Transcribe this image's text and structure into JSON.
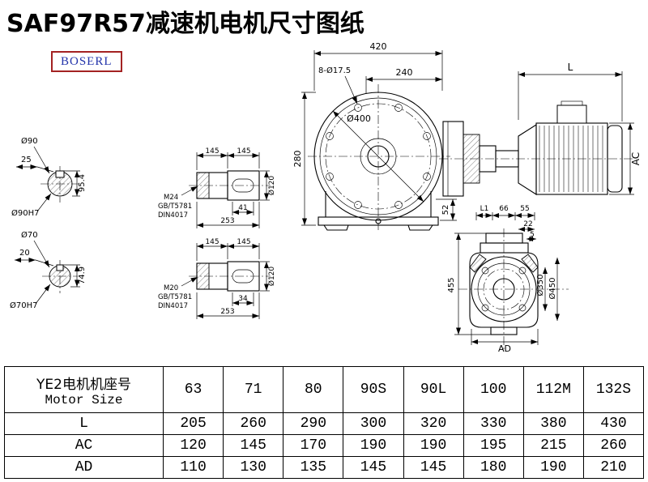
{
  "page": {
    "title": "SAF97R57减速机电机尺寸图纸",
    "logo": "BOSERL"
  },
  "front_view": {
    "dim_420": "420",
    "dim_bolt": "8-Ø17.5",
    "dim_240": "240",
    "dim_d400": "Ø400",
    "dim_280": "280",
    "dim_52": "52"
  },
  "side_view": {
    "dim_L": "L",
    "dim_AC": "AC"
  },
  "flange_view": {
    "dim_L1": "L1",
    "dim_66": "66",
    "dim_55": "55",
    "dim_22": "22",
    "dim_5": "5",
    "dim_455": "455",
    "dim_d350": "Ø350",
    "dim_d450": "Ø450",
    "dim_AD": "AD"
  },
  "shaft_section_90": {
    "dia": "Ø90",
    "key_width": "25",
    "key_height": "95.4",
    "bore": "Ø90H7"
  },
  "shaft_section_70": {
    "dia": "Ø70",
    "key_width": "20",
    "key_height": "74.9",
    "bore": "Ø70H7"
  },
  "shaft_m24": {
    "len_a": "145",
    "len_b": "145",
    "dia": "Ø120",
    "thread": "M24",
    "std1": "GB/T5781",
    "std2": "DIN4017",
    "key_len": "41",
    "total_len": "253"
  },
  "shaft_m20": {
    "len_a": "145",
    "len_b": "145",
    "dia": "Ø120",
    "thread": "M20",
    "std1": "GB/T5781",
    "std2": "DIN4017",
    "key_len": "34",
    "total_len": "253"
  },
  "table": {
    "header_cn": "YE2电机机座号",
    "header_en": "Motor Size",
    "sizes": [
      "63",
      "71",
      "80",
      "90S",
      "90L",
      "100",
      "112M",
      "132S"
    ],
    "rows": [
      {
        "label": "L",
        "values": [
          "205",
          "260",
          "290",
          "300",
          "320",
          "330",
          "380",
          "430"
        ]
      },
      {
        "label": "AC",
        "values": [
          "120",
          "145",
          "170",
          "190",
          "190",
          "195",
          "215",
          "260"
        ]
      },
      {
        "label": "AD",
        "values": [
          "110",
          "130",
          "135",
          "145",
          "145",
          "180",
          "190",
          "210"
        ]
      }
    ]
  }
}
